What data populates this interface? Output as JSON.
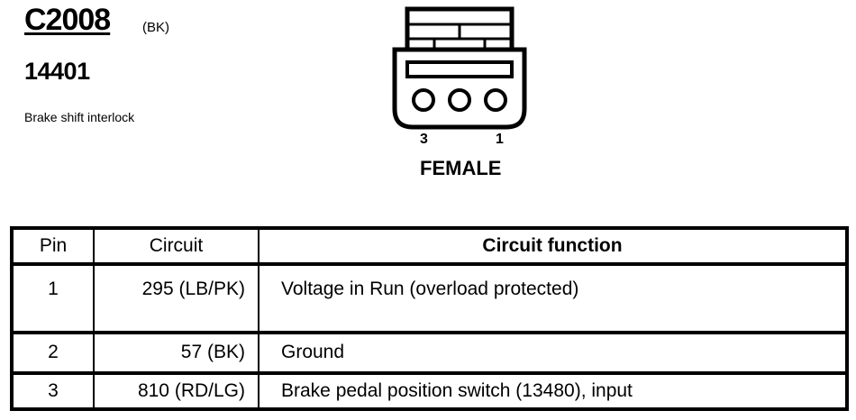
{
  "header": {
    "connector_id": "C2008",
    "connector_color": "(BK)",
    "part_number": "14401",
    "description": "Brake shift interlock"
  },
  "connector": {
    "pin_label_left": "3",
    "pin_label_right": "1",
    "gender": "FEMALE",
    "pin_count": 3
  },
  "table": {
    "headers": {
      "pin": "Pin",
      "circuit": "Circuit",
      "function": "Circuit function"
    },
    "rows": [
      {
        "pin": "1",
        "circuit": "295 (LB/PK)",
        "function": "Voltage in Run (overload protected)"
      },
      {
        "pin": "2",
        "circuit": "57 (BK)",
        "function": "Ground"
      },
      {
        "pin": "3",
        "circuit": "810 (RD/LG)",
        "function": "Brake pedal position switch (13480), input"
      }
    ]
  }
}
